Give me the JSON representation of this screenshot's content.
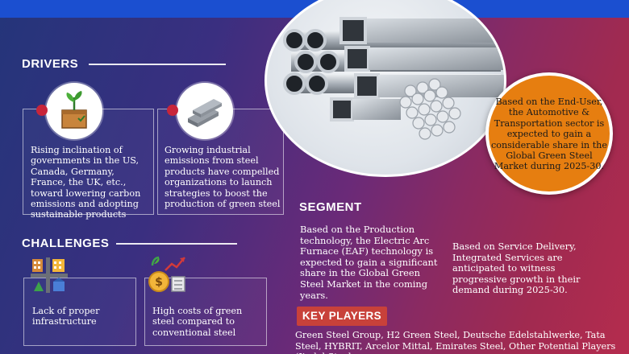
{
  "drivers": {
    "heading": "DRIVERS",
    "items": [
      {
        "icon": "plant-box-icon",
        "text": "Rising inclination of governments in the US, Canada, Germany, France, the UK, etc., toward lowering carbon emissions and adopting sustainable products"
      },
      {
        "icon": "steel-bars-icon",
        "text": "Growing industrial emissions from steel products have compelled organizations to launch strategies to boost the production of green steel"
      }
    ]
  },
  "challenges": {
    "heading": "CHALLENGES",
    "items": [
      {
        "icon": "infrastructure-icon",
        "text": "Lack of proper infrastructure"
      },
      {
        "icon": "cost-growth-icon",
        "text": "High costs of green steel compared to conventional steel"
      }
    ]
  },
  "segment": {
    "heading": "SEGMENT",
    "production_text": "Based on the Production technology, the Electric Arc Furnace (EAF) technology is expected to gain a significant share in the Global Green Steel Market in the coming years.",
    "service_text": "Based on Service Delivery, Integrated Services are anticipated to witness progressive growth in their demand during 2025-30.",
    "end_user_text": "Based on the End-User, the Automotive & Transportation sector is expected to gain a considerable share in the Global Green Steel Market during 2025-30."
  },
  "key_players": {
    "label": "KEY PLAYERS",
    "text": "Green Steel Group, H2 Green Steel, Deutsche Edelstahlwerke, Tata Steel, HYBRIT, Arcelor Mittal, Emirates Steel, Other Potential Players (Jindal Steel,"
  },
  "colors": {
    "topbar": "#1b4fd0",
    "accent_red": "#c8253a",
    "orange": "#e67e10",
    "badge": "#c8413a"
  }
}
